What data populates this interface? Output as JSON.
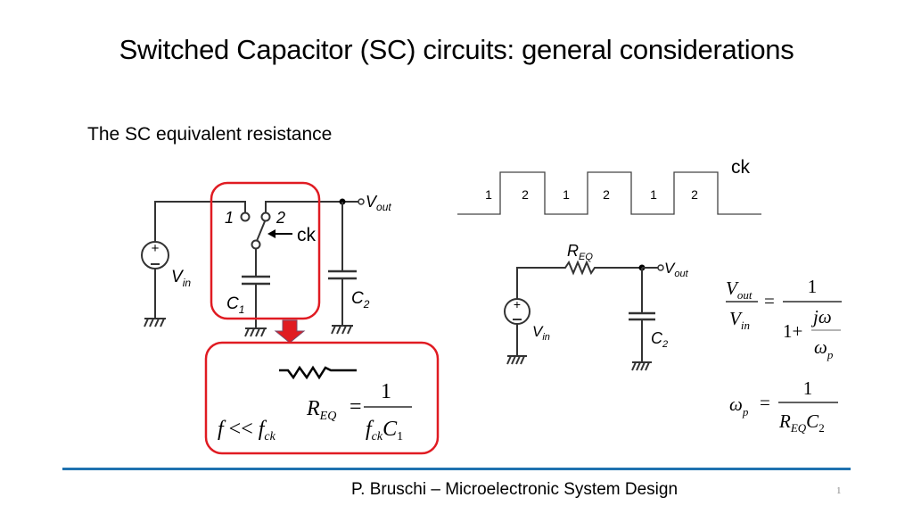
{
  "slide": {
    "title": "Switched Capacitor (SC) circuits: general considerations",
    "subtitle": "The SC equivalent resistance",
    "footer": "P. Bruschi – Microelectronic System Design",
    "page_number": "1",
    "accent_color": "#1f72b0",
    "highlight_color": "#e01b22"
  },
  "sc_circuit": {
    "source_label": "V",
    "source_sub": "in",
    "switch_pos1": "1",
    "switch_pos2": "2",
    "clock_label": "ck",
    "cap1_label": "C",
    "cap1_sub": "1",
    "cap2_label": "C",
    "cap2_sub": "2",
    "out_label": "V",
    "out_sub": "out"
  },
  "equivalence_box": {
    "req_R": "R",
    "req_sub": "EQ",
    "equals": "=",
    "numerator": "1",
    "den_f": "f",
    "den_f_sub": "ck",
    "den_C": "C",
    "den_C_sub": "1",
    "condition_f": "f",
    "condition_op": "<<",
    "condition_fck": "f",
    "condition_fck_sub": "ck"
  },
  "clock_waveform": {
    "label": "ck",
    "phases": [
      "1",
      "2",
      "1",
      "2",
      "1",
      "2"
    ]
  },
  "rc_circuit": {
    "resistor_R": "R",
    "resistor_sub": "EQ",
    "source_label": "V",
    "source_sub": "in",
    "cap_label": "C",
    "cap_sub": "2",
    "out_label": "V",
    "out_sub": "out"
  },
  "transfer_function": {
    "lhs_num": "V",
    "lhs_num_sub": "out",
    "lhs_den": "V",
    "lhs_den_sub": "in",
    "equals": "=",
    "rhs_num": "1",
    "rhs_den_one_plus": "1+",
    "rhs_inner_num": "jω",
    "rhs_inner_den": "ω",
    "rhs_inner_den_sub": "p"
  },
  "pole_equation": {
    "lhs": "ω",
    "lhs_sub": "p",
    "equals": "=",
    "num": "1",
    "den_R": "R",
    "den_R_sub": "EQ",
    "den_C": "C",
    "den_C_sub": "2"
  }
}
